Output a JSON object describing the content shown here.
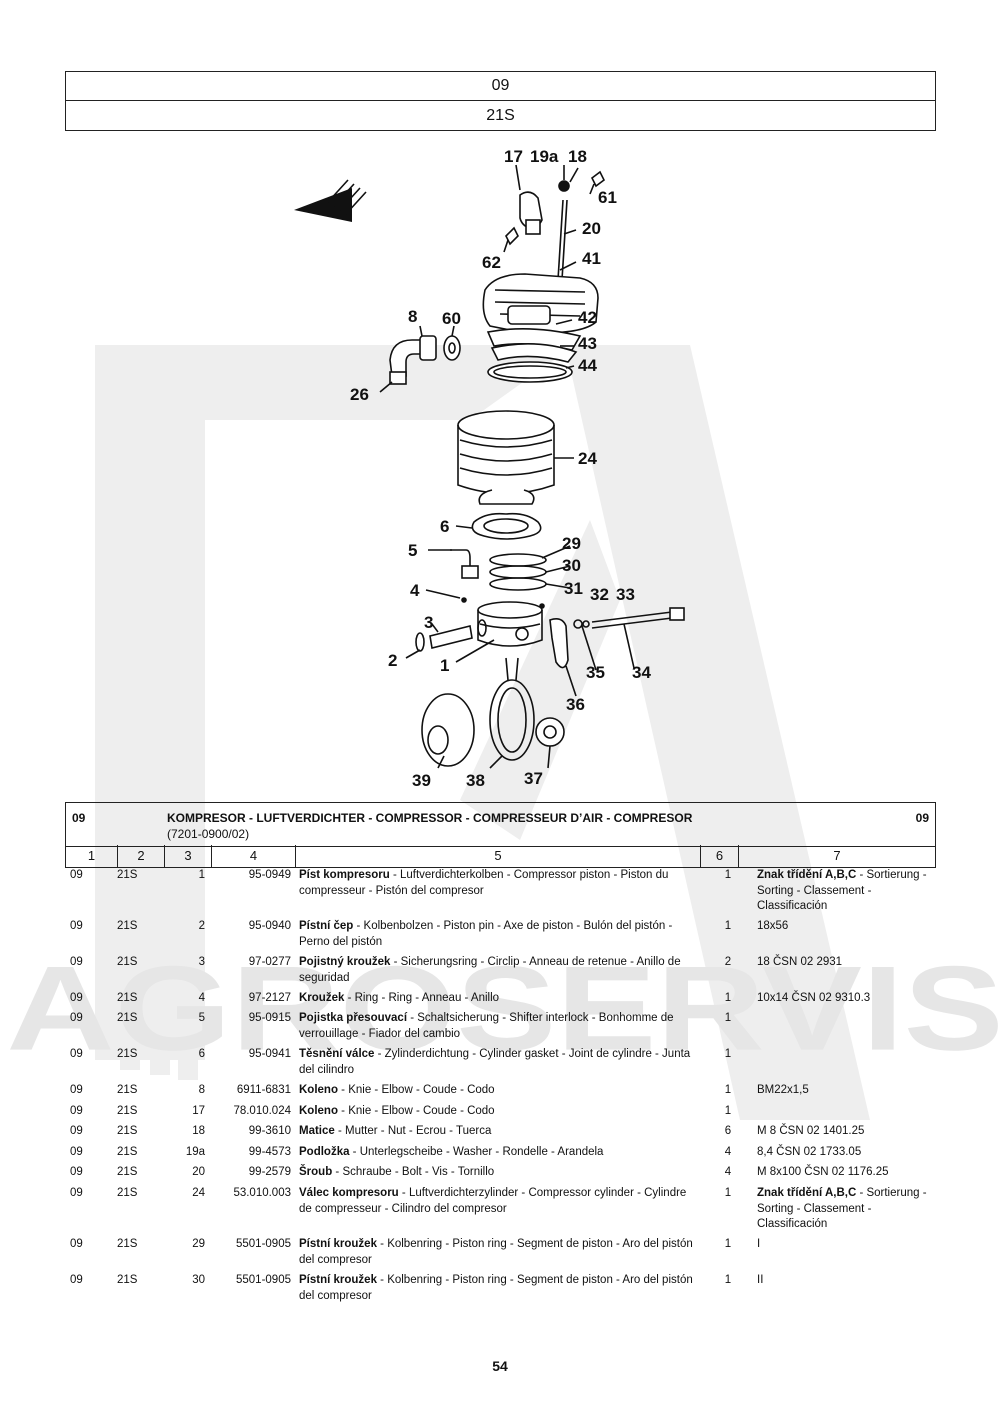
{
  "header": {
    "group": "09",
    "model": "21S"
  },
  "diagram": {
    "callouts": [
      "17",
      "19a",
      "18",
      "61",
      "20",
      "62",
      "41",
      "8",
      "60",
      "42",
      "43",
      "44",
      "26",
      "24",
      "6",
      "29",
      "5",
      "30",
      "31",
      "4",
      "32",
      "33",
      "3",
      "2",
      "1",
      "35",
      "34",
      "36",
      "39",
      "38",
      "37"
    ]
  },
  "watermark": {
    "text": "AGROSERVIS"
  },
  "section": {
    "group_left": "09",
    "title": "KOMPRESOR - LUFTVERDICHTER - COMPRESSOR - COMPRESSEUR D’AIR - COMPRESOR",
    "code": "(7201-0900/02)",
    "group_right": "09"
  },
  "columns": [
    "1",
    "2",
    "3",
    "4",
    "5",
    "6",
    "7"
  ],
  "parts": [
    {
      "group": "09",
      "model": "21S",
      "pos": "1",
      "number": "95-0949",
      "name": "Píst kompresoru",
      "desc": " - Luftverdichterkolben - Compressor piston  - Piston du compresseur - Pistón del compresor",
      "qty": "1",
      "note_bold": "Znak třídění A,B,C",
      "note": " - Sortierung - Sorting - Classement - Classificación"
    },
    {
      "group": "09",
      "model": "21S",
      "pos": "2",
      "number": "95-0940",
      "name": "Pístní čep",
      "desc": " - Kolbenbolzen - Piston pin - Axe de piston - Bulón del pistón - Perno del pistón",
      "qty": "1",
      "note_bold": "",
      "note": "18x56"
    },
    {
      "group": "09",
      "model": "21S",
      "pos": "3",
      "number": "97-0277",
      "name": "Pojistný kroužek",
      "desc": " - Sicherungsring - Circlip - Anneau de retenue - Anillo de seguridad",
      "qty": "2",
      "note_bold": "",
      "note": "18 ČSN 02 2931"
    },
    {
      "group": "09",
      "model": "21S",
      "pos": "4",
      "number": "97-2127",
      "name": "Kroužek",
      "desc": " - Ring - Ring - Anneau - Anillo",
      "qty": "1",
      "note_bold": "",
      "note": "10x14 ČSN 02 9310.3"
    },
    {
      "group": "09",
      "model": "21S",
      "pos": "5",
      "number": "95-0915",
      "name": "Pojistka přesouvací",
      "desc": " - Schaltsicherung - Shifter interlock - Bonhomme de verrouillage - Fiador del cambio",
      "qty": "1",
      "note_bold": "",
      "note": ""
    },
    {
      "group": "09",
      "model": "21S",
      "pos": "6",
      "number": "95-0941",
      "name": "Těsnění válce",
      "desc": " - Zylinderdichtung - Cylinder gasket - Joint de cylindre - Junta del cilindro",
      "qty": "1",
      "note_bold": "",
      "note": ""
    },
    {
      "group": "09",
      "model": "21S",
      "pos": "8",
      "number": "6911-6831",
      "name": "Koleno",
      "desc": " - Knie - Elbow - Coude - Codo",
      "qty": "1",
      "note_bold": "",
      "note": "BM22x1,5"
    },
    {
      "group": "09",
      "model": "21S",
      "pos": "17",
      "number": "78.010.024",
      "name": "Koleno",
      "desc": " - Knie - Elbow - Coude - Codo",
      "qty": "1",
      "note_bold": "",
      "note": ""
    },
    {
      "group": "09",
      "model": "21S",
      "pos": "18",
      "number": "99-3610",
      "name": "Matice",
      "desc": " - Mutter - Nut - Ecrou - Tuerca",
      "qty": "6",
      "note_bold": "",
      "note": "M 8 ČSN 02 1401.25"
    },
    {
      "group": "09",
      "model": "21S",
      "pos": "19a",
      "number": "99-4573",
      "name": "Podložka",
      "desc": " - Unterlegscheibe - Washer - Rondelle - Arandela",
      "qty": "4",
      "note_bold": "",
      "note": "8,4 ČSN 02 1733.05"
    },
    {
      "group": "09",
      "model": "21S",
      "pos": "20",
      "number": "99-2579",
      "name": "Šroub",
      "desc": " - Schraube - Bolt - Vis - Tornillo",
      "qty": "4",
      "note_bold": "",
      "note": "M 8x100 ČSN 02 1176.25"
    },
    {
      "group": "09",
      "model": "21S",
      "pos": "24",
      "number": "53.010.003",
      "name": "Válec kompresoru",
      "desc": " - Luftverdichterzylinder - Compressor cylinder - Cylindre de compresseur - Cilindro del compresor",
      "qty": "1",
      "note_bold": "Znak třídění A,B,C",
      "note": " - Sortierung - Sorting - Classement - Classificación"
    },
    {
      "group": "09",
      "model": "21S",
      "pos": "29",
      "number": "5501-0905",
      "name": "Pístní kroužek",
      "desc": " - Kolbenring - Piston ring - Segment de piston - Aro del pistón del compresor",
      "qty": "1",
      "note_bold": "",
      "note": "I"
    },
    {
      "group": "09",
      "model": "21S",
      "pos": "30",
      "number": "5501-0905",
      "name": "Pístní kroužek",
      "desc": " - Kolbenring - Piston ring - Segment de piston - Aro del pistón del compresor",
      "qty": "1",
      "note_bold": "",
      "note": "II"
    }
  ],
  "page_number": "54"
}
